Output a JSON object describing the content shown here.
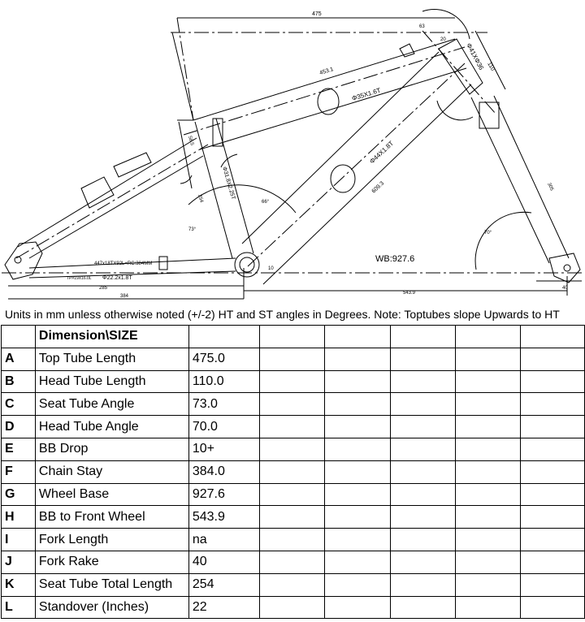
{
  "drawing": {
    "top_tube_label": "475",
    "top_tube_length_label": "453.1",
    "head_tube_len_label": "110",
    "head_tube_dia_label": "Φ41XΦ36",
    "top_tube_dia_label": "Φ35X1.6T",
    "down_tube_dia_label": "Φ44X1.8T",
    "down_tube_len_label": "609.3",
    "seat_tube_dia_label": "Φ31.8X2.25T",
    "seat_tube_len_label": "254",
    "seat_angle_label": "73°",
    "ht_angle_label": "70°",
    "bb_angle_label": "66°",
    "wheelbase_label": "WB:927.6",
    "front_center_label": "543.9",
    "chainstay_label": "384",
    "chainstay_partial_label": "285",
    "chainstay_spec_label": "447x18TX92L+RC:384MM",
    "chainstay_dia_label": "Φ22.2x1.8T",
    "seatstay_spec_label": "TP#19X16.0L",
    "fork_len_label": "305",
    "rake_label": "40",
    "bb_drop_label": "10",
    "seat_cluster_label": "58.5",
    "ht_top_label": "63",
    "ht_small_label": "20"
  },
  "note": "Units in mm unless otherwise noted (+/-2) HT and ST angles in Degrees. Note: Toptubes slope Upwards to HT",
  "table": {
    "header": "Dimension\\SIZE",
    "rows": [
      {
        "code": "A",
        "name": "Top Tube Length",
        "value": "475.0"
      },
      {
        "code": "B",
        "name": "Head Tube Length",
        "value": "110.0"
      },
      {
        "code": "C",
        "name": "Seat Tube Angle",
        "value": "73.0"
      },
      {
        "code": "D",
        "name": "Head Tube Angle",
        "value": "70.0"
      },
      {
        "code": "E",
        "name": "BB Drop",
        "value": "10+"
      },
      {
        "code": "F",
        "name": "Chain Stay",
        "value": "384.0"
      },
      {
        "code": "G",
        "name": "Wheel Base",
        "value": "927.6"
      },
      {
        "code": "H",
        "name": "BB to Front Wheel",
        "value": "543.9"
      },
      {
        "code": "I",
        "name": "Fork Length",
        "value": "na"
      },
      {
        "code": "J",
        "name": "Fork Rake",
        "value": "40"
      },
      {
        "code": "K",
        "name": "Seat Tube Total Length",
        "value": "254"
      },
      {
        "code": "L",
        "name": "Standover (Inches)",
        "value": "22"
      }
    ]
  }
}
